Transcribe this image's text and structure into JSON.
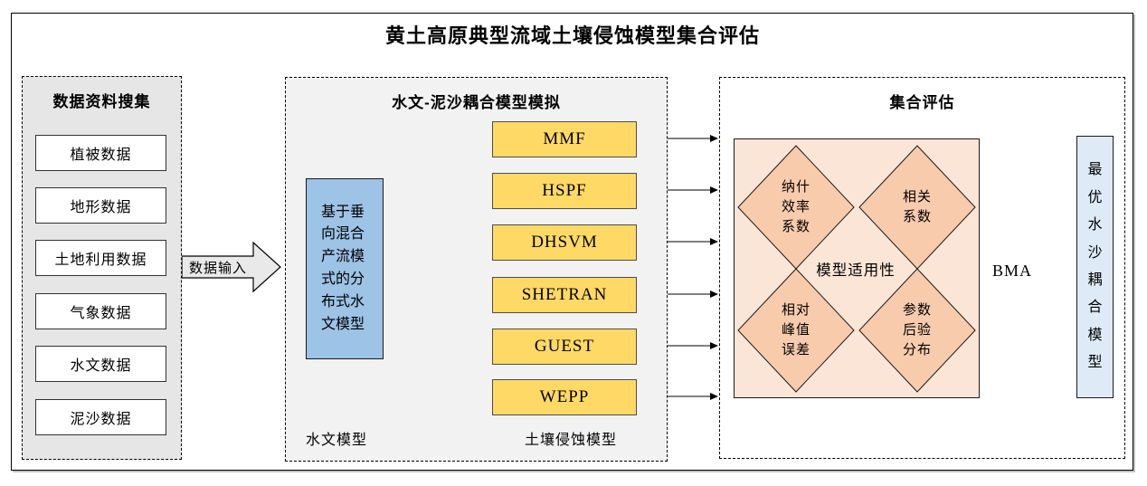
{
  "title": "黄土高原典型流域土壤侵蚀模型集合评估",
  "data_collection": {
    "header": "数据资料搜集",
    "items": [
      "植被数据",
      "地形数据",
      "土地利用数据",
      "气象数据",
      "水文数据",
      "泥沙数据"
    ]
  },
  "data_input_arrow": {
    "label": "数据输入"
  },
  "coupled_simulation": {
    "header": "水文-泥沙耦合模型模拟",
    "hydrological_model": "基于垂向混合产流模式的分布式水文模型",
    "erosion_models": [
      "MMF",
      "HSPF",
      "DHSVM",
      "SHETRAN",
      "GUEST",
      "WEPP"
    ],
    "footer_left": "水文模型",
    "footer_right": "土壤侵蚀模型"
  },
  "ensemble_evaluation": {
    "header": "集合评估",
    "center_label": "模型适用性",
    "criteria": [
      "纳什\n效率\n系数",
      "相关\n系数",
      "相对\n峰值\n误差",
      "参数\n后验\n分布"
    ]
  },
  "bma_arrow": {
    "label": "BMA"
  },
  "output": {
    "label": "最优水沙耦合模型"
  },
  "colors": {
    "panel_gray": "#E7E6E6",
    "panel_light_gray": "#F2F2F2",
    "model_yellow": "#FFD966",
    "hydro_blue": "#9DC3E6",
    "output_blue": "#DEEBF7",
    "ensemble_bg": "#FBE5D6",
    "diamond_orange": "#F8CBAD",
    "arrow_gray": "#E9E9E9"
  }
}
